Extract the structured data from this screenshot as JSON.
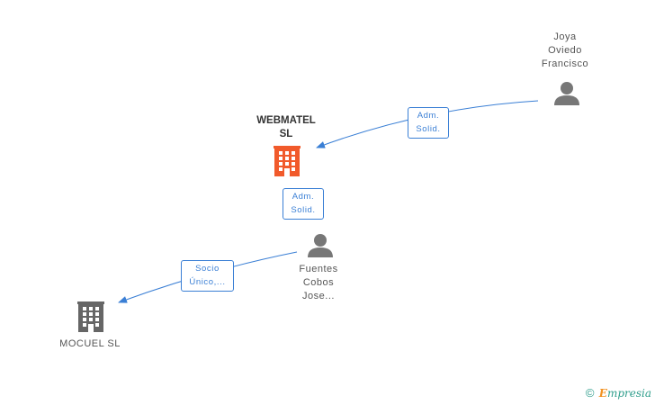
{
  "nodes": {
    "joya": {
      "name_lines": [
        "Joya",
        "Oviedo",
        "Francisco"
      ],
      "icon": "person-icon"
    },
    "webmatel": {
      "name_lines": [
        "WEBMATEL",
        "SL"
      ],
      "icon": "building-icon",
      "color": "#f15a2b"
    },
    "fuentes": {
      "name_lines": [
        "Fuentes",
        "Cobos",
        "Jose..."
      ],
      "icon": "person-icon"
    },
    "mocuel": {
      "name_lines": [
        "MOCUEL SL"
      ],
      "icon": "building-icon",
      "color": "#666666"
    }
  },
  "edges": {
    "joya_webmatel": {
      "lines": [
        "Adm.",
        "Solid."
      ]
    },
    "fuentes_webmatel": {
      "lines": [
        "Adm.",
        "Solid."
      ]
    },
    "fuentes_mocuel": {
      "lines": [
        "Socio",
        "Único,..."
      ]
    }
  },
  "colors": {
    "edge": "#3a7fd5",
    "person": "#777777",
    "main_company": "#f15a2b",
    "other_company": "#666666"
  },
  "footer": {
    "copyright": "©",
    "brand_first": "E",
    "brand_rest": "mpresia"
  }
}
